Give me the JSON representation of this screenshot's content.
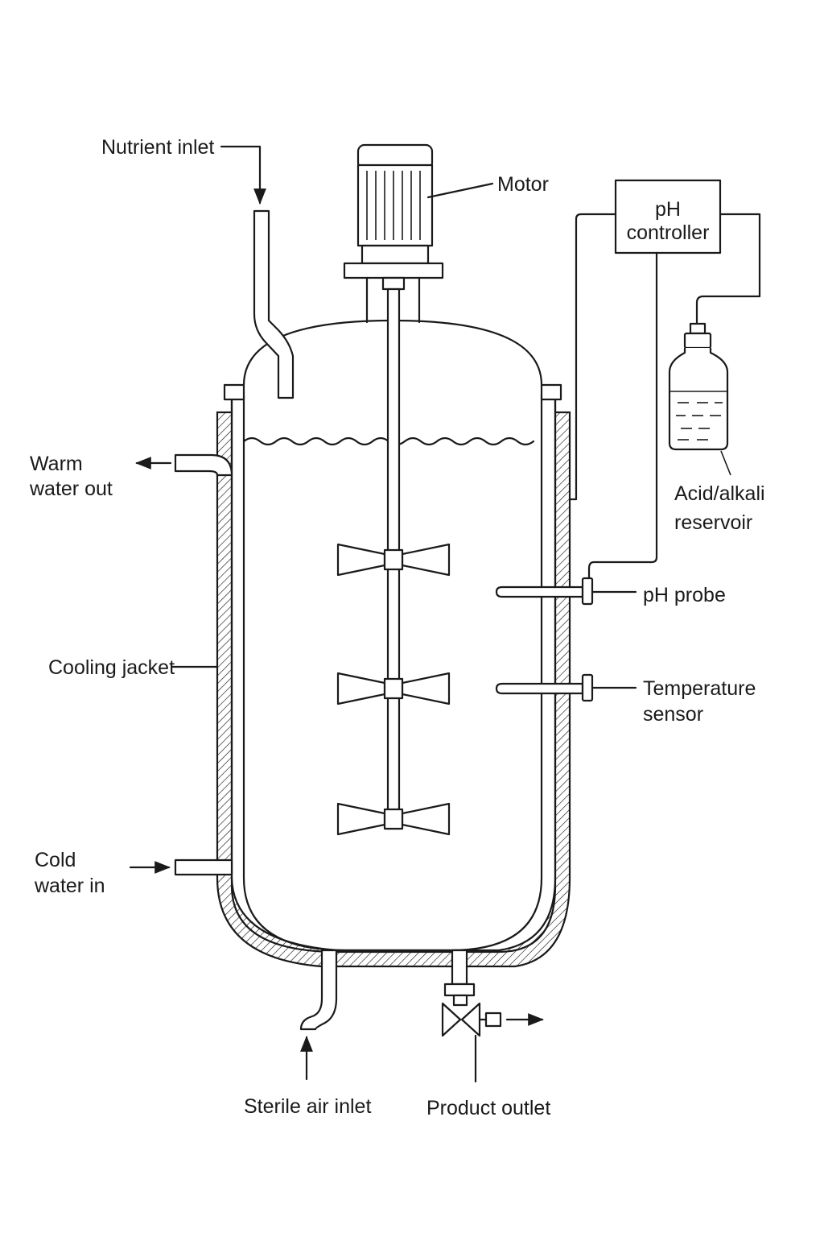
{
  "labels": {
    "nutrient_inlet": "Nutrient inlet",
    "motor": "Motor",
    "ph_controller_line1": "pH",
    "ph_controller_line2": "controller",
    "warm_water_line1": "Warm",
    "warm_water_line2": "water out",
    "acid_alkali_line1": "Acid/alkali",
    "acid_alkali_line2": "reservoir",
    "ph_probe": "pH probe",
    "cooling_jacket": "Cooling jacket",
    "temperature_line1": "Temperature",
    "temperature_line2": "sensor",
    "cold_water_line1": "Cold",
    "cold_water_line2": "water in",
    "sterile_air_inlet": "Sterile air inlet",
    "product_outlet": "Product outlet"
  },
  "colors": {
    "ink": "#1a1a1a",
    "background": "#ffffff"
  }
}
